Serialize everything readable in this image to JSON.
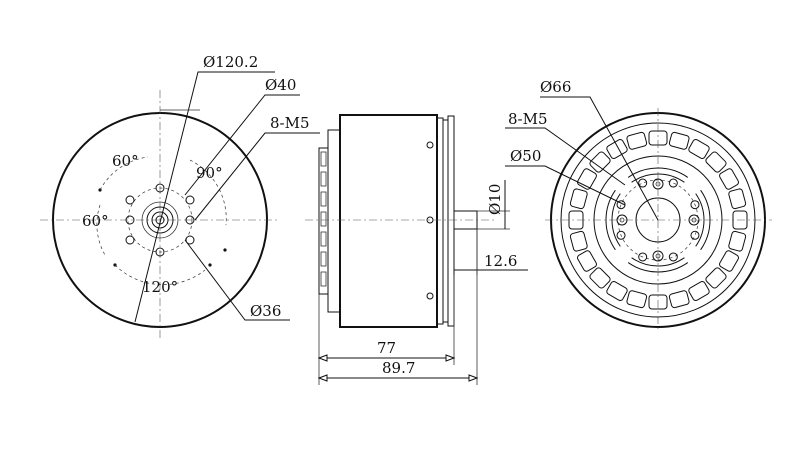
{
  "drawing": {
    "line_color": "#111111",
    "background": "#ffffff",
    "front_view": {
      "labels": {
        "outer_diameter": "Ø120.2",
        "bolt_circle": "Ø40",
        "threads": "8-M5",
        "angle_top": "60°",
        "angle_right": "90°",
        "angle_left": "60°",
        "angle_bottom": "120°",
        "inner_diameter": "Ø36"
      }
    },
    "side_view": {
      "labels": {
        "shaft_diameter": "Ø10",
        "shaft_length": "12.6",
        "body_length": "77",
        "total_length": "89.7"
      }
    },
    "rear_view": {
      "labels": {
        "outer_diameter": "Ø66",
        "threads": "8-M5",
        "inner_diameter": "Ø50"
      }
    }
  }
}
